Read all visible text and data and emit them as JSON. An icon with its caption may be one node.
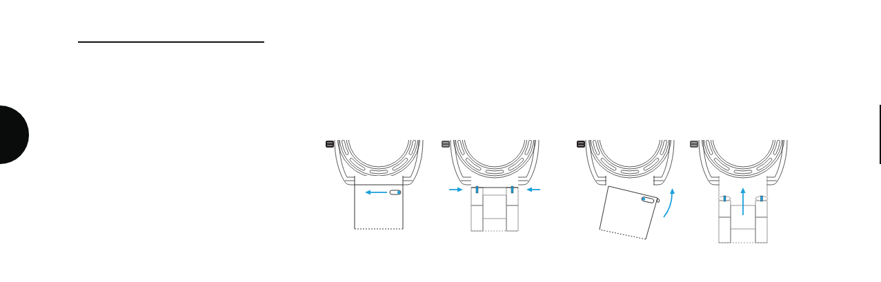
{
  "diagram": {
    "nodes": [
      {
        "text": [],
        "shape": "semicircle"
      },
      {
        "text": [],
        "shape": "picture"
      },
      {
        "text": [],
        "shape": "picture"
      },
      {
        "text": [],
        "shape": "picture"
      },
      {
        "text": [],
        "shape": "picture"
      }
    ]
  }
}
